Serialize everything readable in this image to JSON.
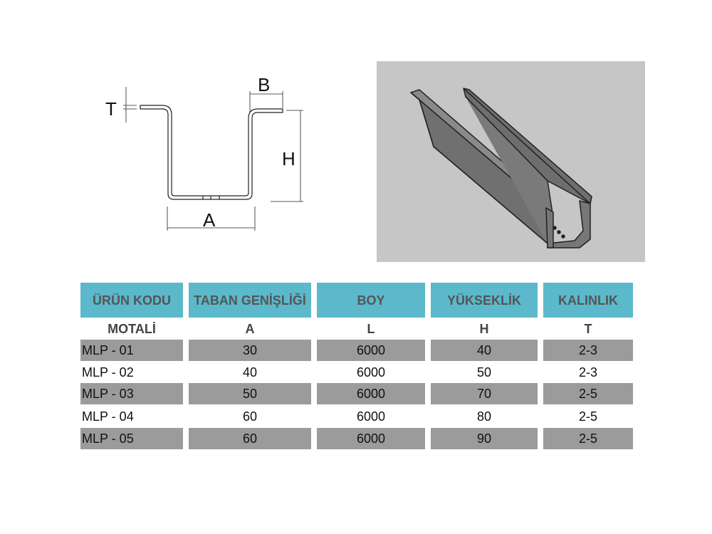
{
  "drawing": {
    "labels": {
      "T": "T",
      "B": "B",
      "H": "H",
      "A": "A"
    }
  },
  "table": {
    "headers": [
      "ÜRÜN KODU",
      "TABAN GENİŞLİĞİ",
      "BOY",
      "YÜKSEKLİK",
      "KALINLIK"
    ],
    "subheaders": [
      "MOTALİ",
      "A",
      "L",
      "H",
      "T"
    ],
    "rows": [
      [
        "MLP - 01",
        "30",
        "6000",
        "40",
        "2-3"
      ],
      [
        "MLP - 02",
        "40",
        "6000",
        "50",
        "2-3"
      ],
      [
        "MLP - 03",
        "50",
        "6000",
        "70",
        "2-5"
      ],
      [
        "MLP - 04",
        "60",
        "6000",
        "80",
        "2-5"
      ],
      [
        "MLP - 05",
        "60",
        "6000",
        "90",
        "2-5"
      ]
    ]
  },
  "colors": {
    "header": "#5bb9cb",
    "row_gray": "#9b9b9b",
    "photo_bg": "#c6c6c6"
  }
}
